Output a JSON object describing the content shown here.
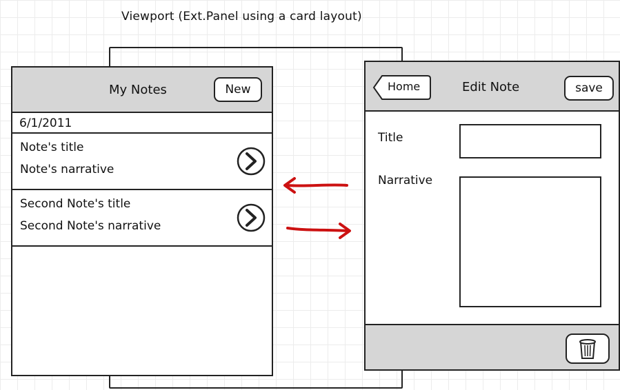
{
  "caption": "Viewport (Ext.Panel using a card layout)",
  "list_panel": {
    "title": "My Notes",
    "new_label": "New",
    "date_header": "6/1/2011",
    "items": [
      {
        "title": "Note's title",
        "narrative": "Note's narrative"
      },
      {
        "title": "Second Note's title",
        "narrative": "Second Note's narrative"
      }
    ]
  },
  "edit_panel": {
    "back_label": "Home",
    "title": "Edit Note",
    "save_label": "save",
    "title_field_label": "Title",
    "narrative_field_label": "Narrative",
    "title_value": "",
    "narrative_value": "",
    "delete_icon": "trash-icon"
  },
  "colors": {
    "arrow": "#cc1111",
    "toolbar": "#d6d6d6",
    "grid": "#ececec"
  }
}
